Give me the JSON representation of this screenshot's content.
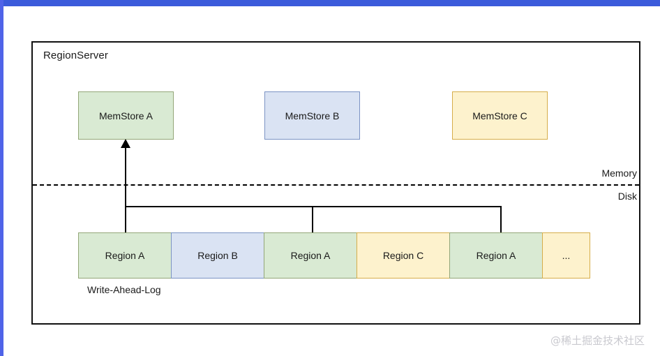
{
  "diagram": {
    "container": {
      "title": "RegionServer"
    },
    "tiers": {
      "memory_label": "Memory",
      "disk_label": "Disk"
    },
    "memstores": [
      {
        "label": "MemStore A",
        "color": "#d9ead3",
        "border": "#93a678"
      },
      {
        "label": "MemStore B",
        "color": "#dae3f3",
        "border": "#7b93c4"
      },
      {
        "label": "MemStore C",
        "color": "#fdf2cd",
        "border": "#d6ad4a"
      }
    ],
    "wal": {
      "caption": "Write-Ahead-Log",
      "cells": [
        {
          "label": "Region A",
          "color": "#d9ead3"
        },
        {
          "label": "Region B",
          "color": "#dae3f3"
        },
        {
          "label": "Region A",
          "color": "#d9ead3"
        },
        {
          "label": "Region C",
          "color": "#fdf2cd"
        },
        {
          "label": "Region A",
          "color": "#d9ead3"
        },
        {
          "label": "...",
          "color": "#fdf2cd"
        }
      ]
    },
    "connectors": {
      "description": "Region A WAL entries flush up into MemStore A"
    }
  },
  "watermark": {
    "text": "@稀土掘金技术社区"
  },
  "chrome": {
    "top_bar_color": "#3b5bdb",
    "left_bar_color": "#4f63e8"
  }
}
